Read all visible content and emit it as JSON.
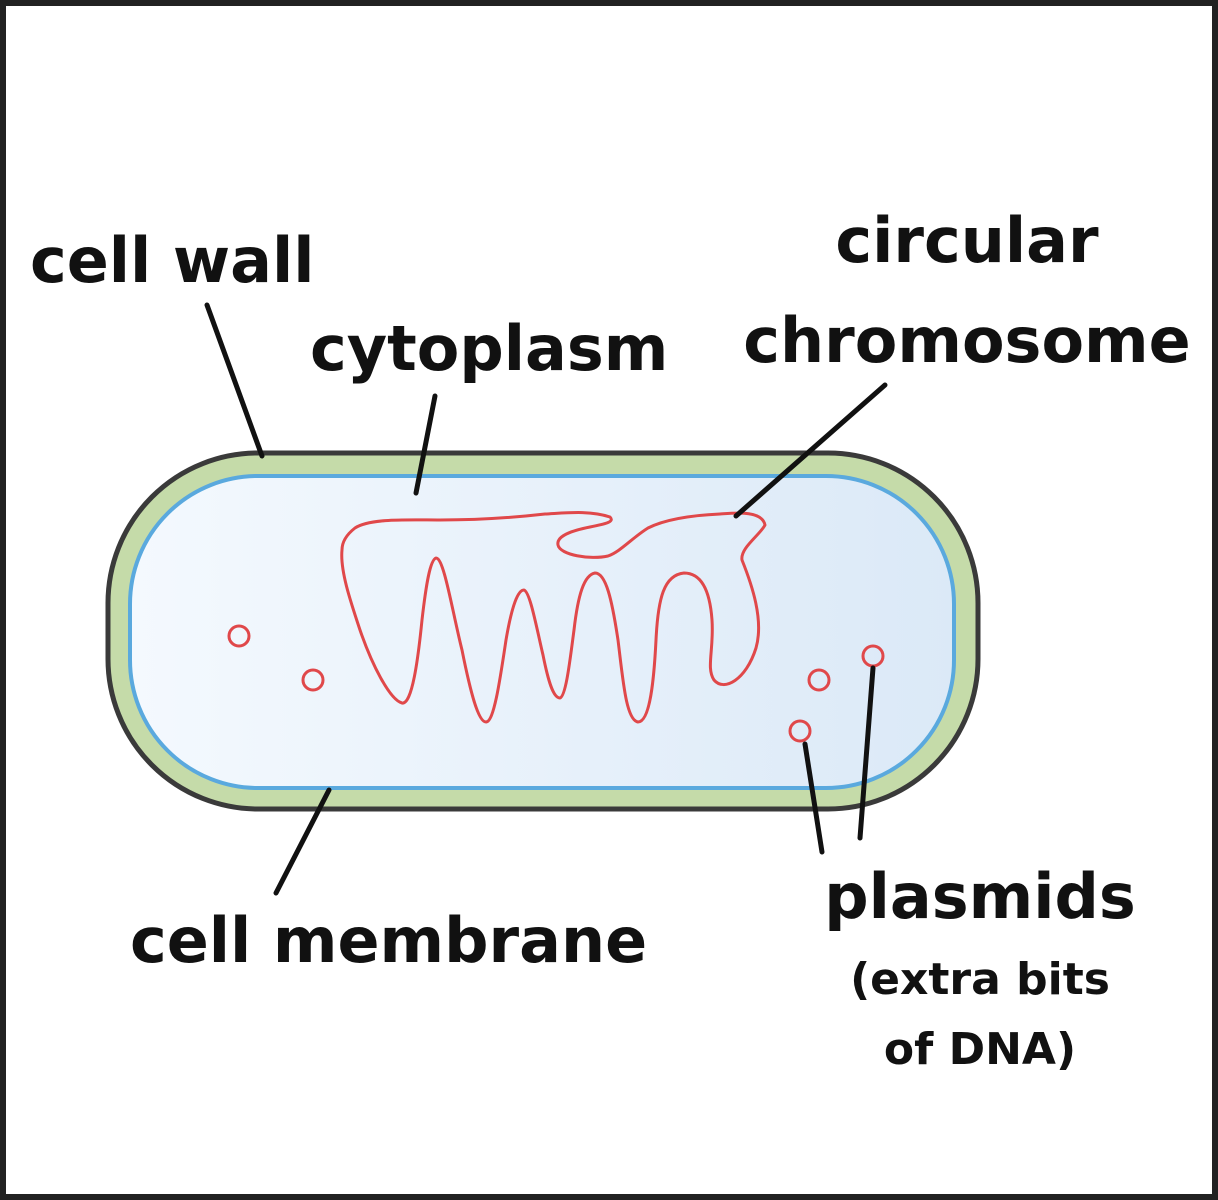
{
  "labels": {
    "cell_wall": "cell wall",
    "cytoplasm": "cytoplasm",
    "circular_chromosome_line1": "circular",
    "circular_chromosome_line2": "chromosome",
    "cell_membrane": "cell membrane",
    "plasmids": "plasmids",
    "plasmids_note_line1": "(extra bits",
    "plasmids_note_line2": "of DNA)"
  },
  "colors": {
    "frame": "#222222",
    "cell_wall_fill": "#c5dba9",
    "cell_wall_stroke": "#3a3a3a",
    "membrane_stroke": "#5aa9de",
    "cytoplasm_fill": "#e6f1fb",
    "dna": "#e0484a",
    "text": "#111111"
  }
}
